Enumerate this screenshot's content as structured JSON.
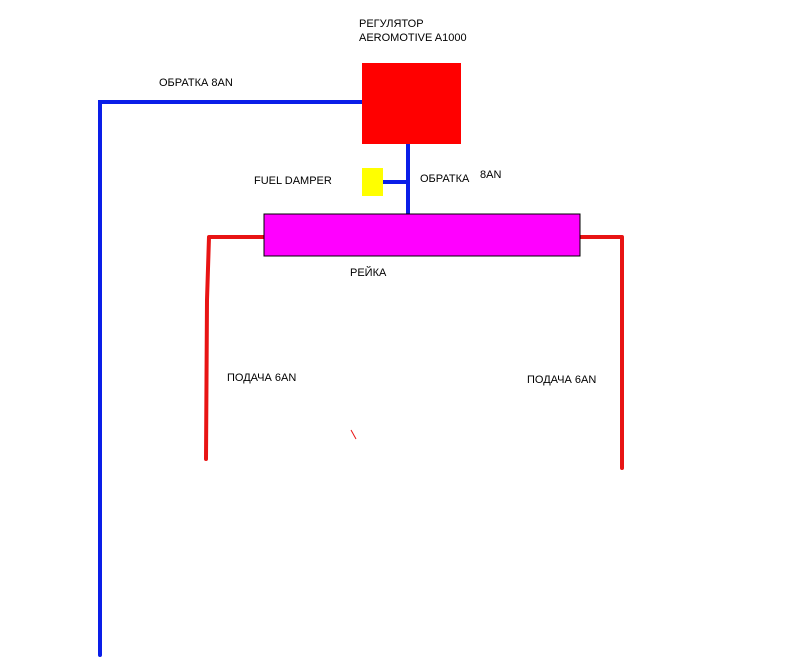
{
  "labels": {
    "regulator_line1": "РЕГУЛЯТОР",
    "regulator_line2": "AEROMOTIVE A1000",
    "return_left": "ОБРАТКА 8AN",
    "fuel_damper": "FUEL DAMPER",
    "return_middle": "ОБРАТКА",
    "return_middle_size": "8AN",
    "rail": "РЕЙКА",
    "feed_left": "ПОДАЧА 6AN",
    "feed_right": "ПОДАЧА 6AN"
  },
  "colors": {
    "return_line": "#0a1ee8",
    "feed_line": "#e81414",
    "regulator": "#ff0000",
    "damper": "#ffff00",
    "rail": "#ff00ff",
    "stroke": "#000000"
  }
}
